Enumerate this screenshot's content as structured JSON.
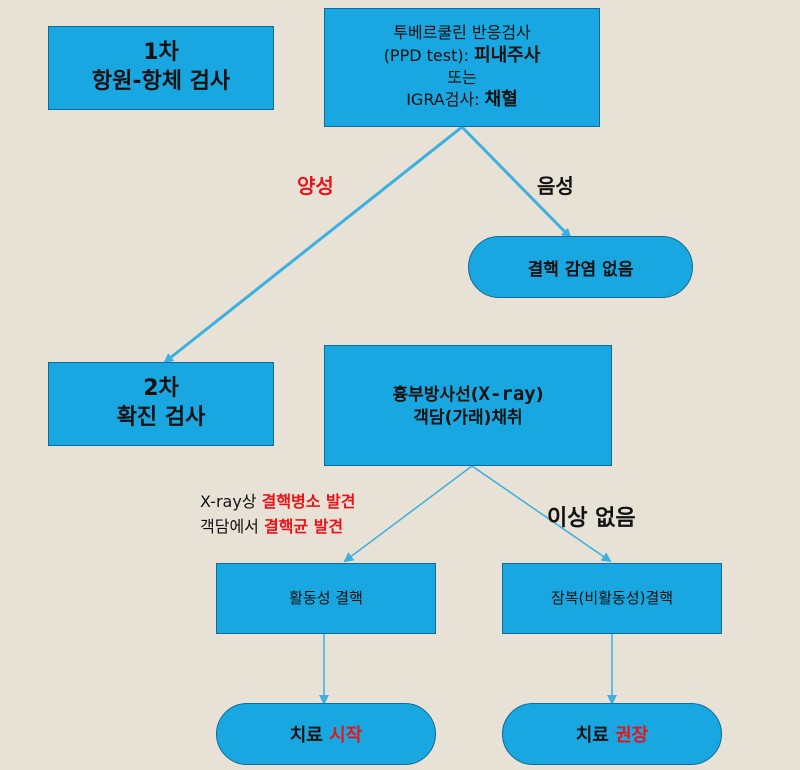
{
  "box_stage1": {
    "line1": "1차",
    "line2": "항원-항체 검사"
  },
  "box_test": {
    "line1": "투베르쿨린 반응검사",
    "line2_prefix": "(PPD test): ",
    "line2_bold": "피내주사",
    "line3": "또는",
    "line4_prefix": "IGRA검사: ",
    "line4_bold": "채혈"
  },
  "label_positive": "양성",
  "label_negative": "음성",
  "pill_no_infection": "결핵 감염 없음",
  "box_stage2": {
    "line1": "2차",
    "line2": "확진 검사"
  },
  "box_xray": {
    "line1_prefix": "흉부방사선(",
    "line1_bold": "X-ray",
    "line1_suffix": ")",
    "line2": "객담(가래)채취"
  },
  "label_findings": {
    "line1_prefix": "X-ray상 ",
    "line1_red": "결핵병소 발견",
    "line2_prefix": "객담에서 ",
    "line2_red": "결핵균 발견"
  },
  "label_normal": "이상 없음",
  "box_active": "활동성 결핵",
  "box_latent": "잠복(비활동성)결핵",
  "pill_treat_start": {
    "prefix": "치료 ",
    "red": "시작"
  },
  "pill_treat_recommend": {
    "prefix": "치료 ",
    "red": "권장"
  },
  "colors": {
    "box_fill": "#18a7e0",
    "box_border": "#136a96",
    "arrow": "#3cb0e0",
    "highlight": "#e8141a",
    "background": "#e7e1d6"
  }
}
